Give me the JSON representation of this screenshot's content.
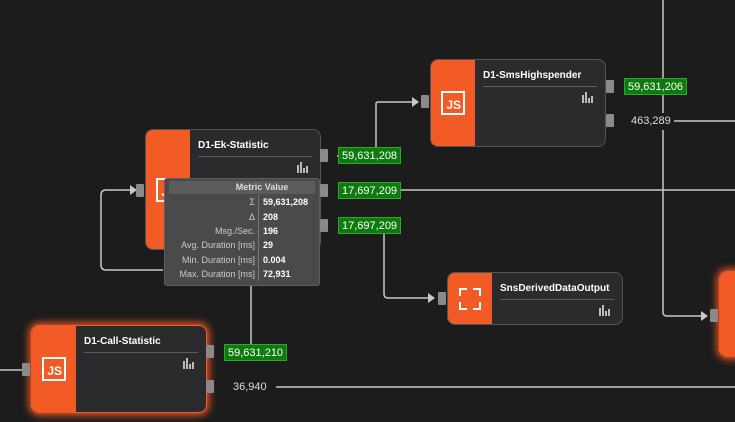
{
  "nodes": {
    "sms_highspender": {
      "title": "D1-SmsHighspender",
      "icon": "js-icon"
    },
    "ek_statistic": {
      "title": "D1-Ek-Statistic",
      "icon": "js-icon"
    },
    "call_statistic": {
      "title": "D1-Call-Statistic",
      "icon": "js-icon"
    },
    "sns_output": {
      "title": "SnsDerivedDataOutput",
      "icon": "scan-icon"
    }
  },
  "values": {
    "sms_out1": "59,631,206",
    "sms_out2": "463,289",
    "ek_out1": "59,631,208",
    "ek_out2": "17,697,209",
    "ek_out3": "17,697,209",
    "call_out1": "59,631,210",
    "call_out2": "36,940"
  },
  "tooltip": {
    "header": "Metric Value",
    "rows": [
      {
        "key": "Σ",
        "value": "59,631,208"
      },
      {
        "key": "Δ",
        "value": "208"
      },
      {
        "key": "Msg./Sec.",
        "value": "196"
      },
      {
        "key": "Avg. Duration [ms]",
        "value": "29"
      },
      {
        "key": "Min. Duration [ms]",
        "value": "0.004"
      },
      {
        "key": "Max. Duration [ms]",
        "value": "72,931"
      }
    ]
  },
  "colors": {
    "accent": "#f25a26",
    "value_green": "#0d7a0d",
    "background": "#1c1c1c"
  }
}
